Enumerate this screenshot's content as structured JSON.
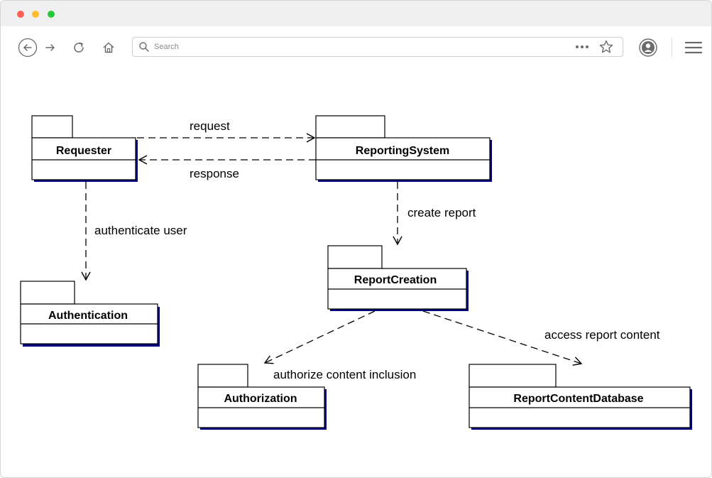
{
  "browser": {
    "search_placeholder": "Search",
    "colors": {
      "close": "#fe5f57",
      "minimize": "#febc2e",
      "maximize": "#28c840"
    },
    "icons": [
      "back-icon",
      "forward-icon",
      "reload-icon",
      "home-icon",
      "search-icon",
      "more-icon",
      "bookmark-star-icon",
      "account-icon",
      "menu-icon"
    ]
  },
  "diagram": {
    "packages": {
      "requester": "Requester",
      "reporting_system": "ReportingSystem",
      "authentication": "Authentication",
      "report_creation": "ReportCreation",
      "authorization": "Authorization",
      "report_content_database": "ReportContentDatabase"
    },
    "relations": {
      "request": "request",
      "response": "response",
      "authenticate_user": "authenticate user",
      "create_report": "create report",
      "authorize_content_inclusion": "authorize content inclusion",
      "access_report_content": "access report content"
    },
    "colors": {
      "shadow": "#000080",
      "line": "#000000"
    }
  }
}
